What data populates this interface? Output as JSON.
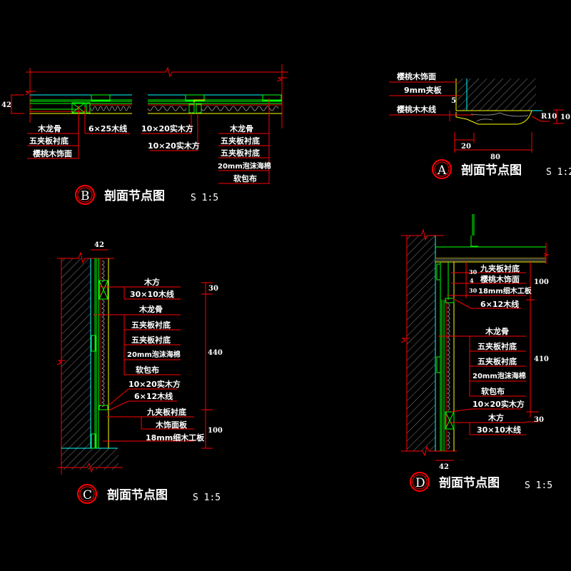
{
  "colors": {
    "background": "#000000",
    "red": "#ff0000",
    "green": "#00ff00",
    "cyan": "#00ffff",
    "yellow": "#ffff00",
    "gray": "#808080",
    "white": "#ffffff"
  },
  "details": {
    "B": {
      "tag": "B",
      "title": "剖面节点图",
      "scale": "S 1:5",
      "dims": {
        "thickness": "42"
      },
      "labels_left": [
        "木龙骨",
        "五夹板衬底",
        "樱桃木饰面"
      ],
      "label_trim": "6×25木线",
      "label_mid1": "10×20实木方",
      "label_mid2": "10×20实木方",
      "labels_right": [
        "木龙骨",
        "五夹板衬底",
        "五夹板衬底",
        "20mm泡沫海棉",
        "软包布"
      ]
    },
    "A": {
      "tag": "A",
      "title": "剖面节点图",
      "scale": "S 1:2",
      "labels": [
        "樱桃木饰面",
        "9mm夹板",
        "樱桃木木线"
      ],
      "dims": {
        "d5": "5",
        "r10": "R10",
        "d10": "10",
        "d20": "20",
        "d80": "80"
      }
    },
    "C": {
      "tag": "C",
      "title": "剖面节点图",
      "scale": "S 1:5",
      "dims": {
        "thickness": "42",
        "d30": "30",
        "d440": "440",
        "d100": "100"
      },
      "labels_top": [
        "木方",
        "30×10木线"
      ],
      "labels_panel": [
        "木龙骨",
        "五夹板衬底",
        "五夹板衬底",
        "20mm泡沫海棉",
        "软包布"
      ],
      "labels_bottom": [
        "10×20实木方",
        "6×12木线",
        "九夹板衬底",
        "木饰面板",
        "18mm细木工板"
      ]
    },
    "D": {
      "tag": "D",
      "title": "剖面节点图",
      "scale": "S 1:5",
      "dims": {
        "thickness": "42",
        "d100": "100",
        "d410": "410",
        "d30": "30",
        "s30a": "30",
        "s4": "4",
        "s30b": "30"
      },
      "labels_top": [
        "九夹板衬底",
        "樱桃木饰面",
        "18mm细木工板",
        "6×12木线"
      ],
      "labels_panel": [
        "木龙骨",
        "五夹板衬底",
        "五夹板衬底",
        "20mm泡沫海棉",
        "软包布"
      ],
      "labels_bottom": [
        "10×20实木方",
        "木方",
        "30×10木线"
      ]
    }
  }
}
